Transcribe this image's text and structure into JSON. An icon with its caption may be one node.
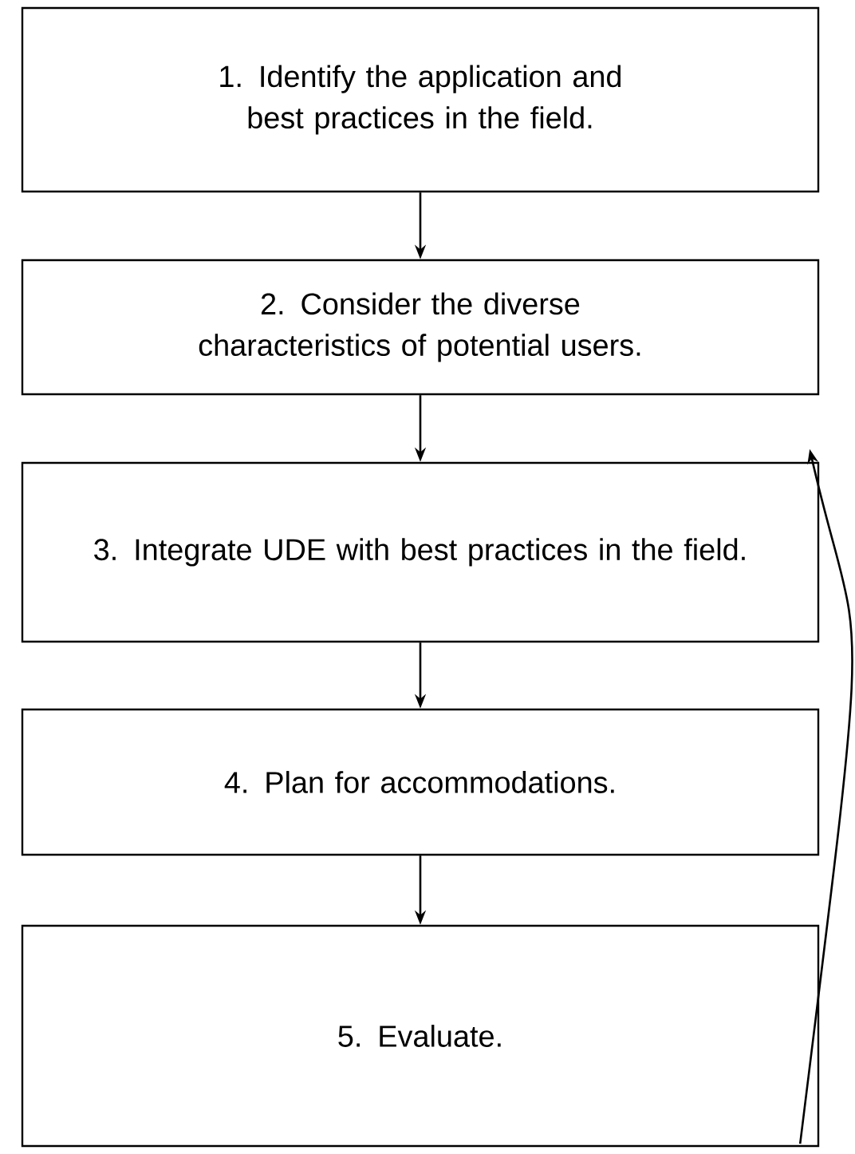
{
  "diagram": {
    "nodes": [
      {
        "text": [
          "1. Identify the application and best practices in the field."
        ]
      },
      {
        "text": [
          "2. Consider the diverse characteristics of potential users."
        ]
      },
      {
        "text": [
          "3. Integrate UDE with best practices in the field."
        ]
      },
      {
        "text": [
          "4. Plan for accommodations."
        ]
      },
      {
        "text": [
          "5. Evaluate."
        ]
      }
    ],
    "edges": [
      {
        "from": 0,
        "to": 1,
        "arrow": "to"
      },
      {
        "from": 1,
        "to": 2,
        "arrow": "to"
      },
      {
        "from": 2,
        "to": 3,
        "arrow": "to"
      },
      {
        "from": 3,
        "to": 4,
        "arrow": "to"
      },
      {
        "from": 4,
        "to": 2,
        "arrow": "to"
      }
    ]
  }
}
